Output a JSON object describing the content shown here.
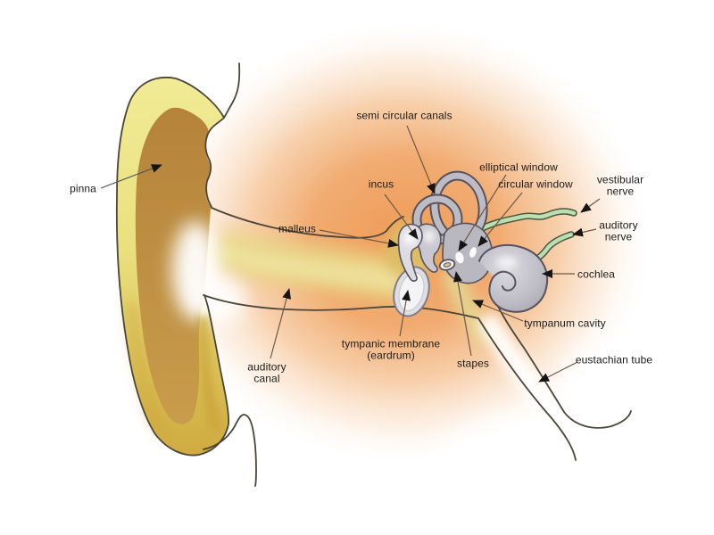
{
  "diagram": {
    "subject": "human ear anatomy cross-section",
    "labels": {
      "pinna": "pinna",
      "semi_circular_canals": "semi circular canals",
      "incus": "incus",
      "malleus": "malleus",
      "elliptical_window": "elliptical window",
      "circular_window": "circular window",
      "vestibular_nerve": "vestibular\nnerve",
      "auditory_nerve": "auditory\nnerve",
      "cochlea": "cochlea",
      "tympanum_cavity": "tympanum cavity",
      "tympanic_membrane": "tympanic membrane\n(eardrum)",
      "stapes": "stapes",
      "auditory_canal": "auditory\ncanal",
      "eustachian_tube": "eustachian tube"
    },
    "colors": {
      "background": "#FFFFFF",
      "glow_orange": "#EE9A56",
      "pinna_yellow": "#EDE98C",
      "pinna_gold": "#CFA93F",
      "pinna_inner_brown": "#BC8A3C",
      "canal_yellow": "#E8D787",
      "bone_gray": "#BDBCC4",
      "bone_outline": "#57525E",
      "nerve_green": "#BCDFB2",
      "nerve_outline": "#47563F",
      "eardrum_white": "#F2F2F5",
      "outline_dark": "#4B4639",
      "leader_line": "#6F5845",
      "leader_line_dark": "#545454",
      "arrow_black": "#151515",
      "label_text": "#1B1B1B"
    }
  }
}
